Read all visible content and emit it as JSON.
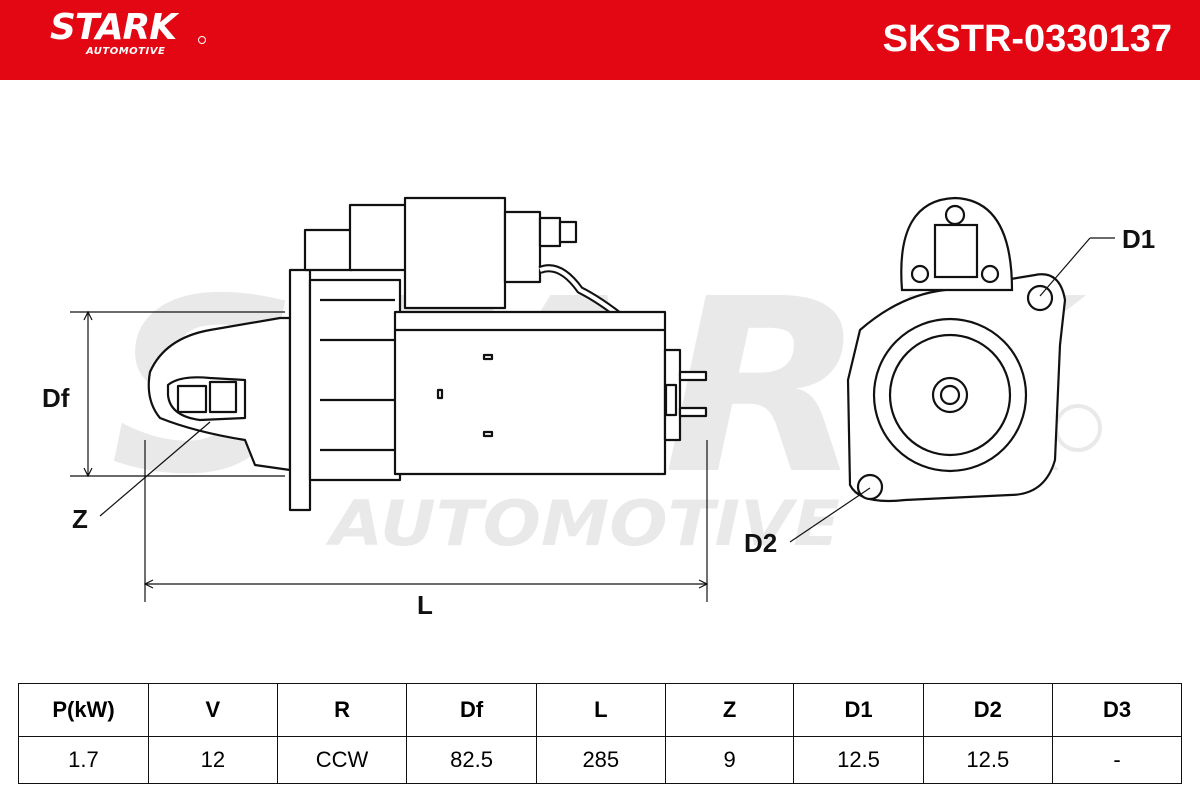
{
  "header": {
    "brand": "STARK",
    "brand_sub": "AUTOMOTIVE",
    "part_number": "SKSTR-0330137",
    "color": "#e30613"
  },
  "watermark": {
    "big": "STARK",
    "small": "AUTOMOTIVE"
  },
  "dimensions": {
    "df": "Df",
    "z": "Z",
    "l": "L",
    "d1": "D1",
    "d2": "D2"
  },
  "specs": {
    "headers": [
      "P(kW)",
      "V",
      "R",
      "Df",
      "L",
      "Z",
      "D1",
      "D2",
      "D3"
    ],
    "values": [
      "1.7",
      "12",
      "CCW",
      "82.5",
      "285",
      "9",
      "12.5",
      "12.5",
      "-"
    ]
  }
}
